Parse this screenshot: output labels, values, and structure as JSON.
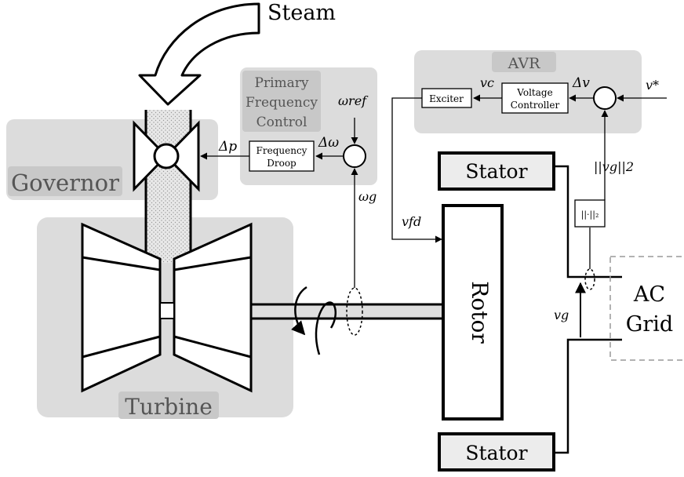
{
  "labels": {
    "steam": "Steam",
    "governor": "Governor",
    "turbine": "Turbine",
    "pfc_line1": "Primary",
    "pfc_line2": "Frequency",
    "pfc_line3": "Control",
    "avr": "AVR",
    "stator_top": "Stator",
    "stator_bottom": "Stator",
    "rotor": "Rotor",
    "ac_line1": "AC",
    "ac_line2": "Grid",
    "freq_droop_line1": "Frequency",
    "freq_droop_line2": "Droop",
    "exciter": "Exciter",
    "voltage_ctrl_line1": "Voltage",
    "voltage_ctrl_line2": "Controller",
    "norm_block": "||·||₂"
  },
  "symbols": {
    "delta_p": "Δp",
    "delta_omega": "Δω",
    "omega_ref": "ωref",
    "omega_g": "ωg",
    "v_fd": "vfd",
    "v_c": "vc",
    "delta_v": "Δv",
    "v_star": "v*",
    "norm_vg": "||vg||2",
    "v_g": "vg"
  },
  "colors": {
    "region_fill": "#dcdcdc",
    "label_box": "#c8c8c8",
    "label_text": "#555555",
    "stroke": "#000000",
    "stator_fill": "#ececec",
    "grid_dash": "#999999"
  }
}
